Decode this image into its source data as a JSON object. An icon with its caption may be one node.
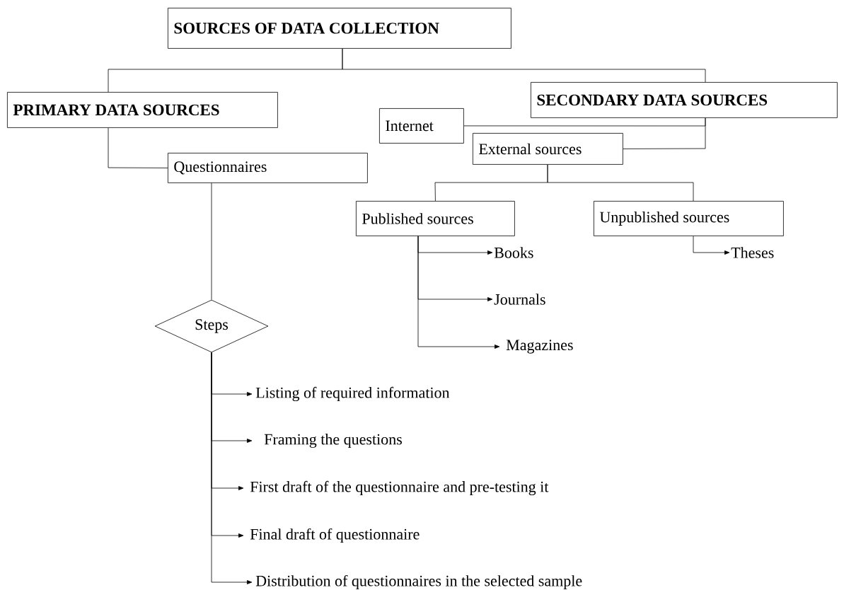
{
  "diagram": {
    "nodes": [
      {
        "text": [
          "**SOURCES OF DATA COLLECTION**"
        ]
      },
      {
        "text": [
          "**PRIMARY DATA SOURCES**"
        ]
      },
      {
        "text": [
          "**SECONDARY DATA SOURCES**"
        ]
      },
      {
        "text": [
          "Internet"
        ]
      },
      {
        "text": [
          "External sources"
        ]
      },
      {
        "text": [
          "Questionnaires"
        ]
      },
      {
        "text": [
          "Published sources"
        ]
      },
      {
        "text": [
          "Unpublished sources"
        ]
      },
      {
        "text": [
          "Books"
        ]
      },
      {
        "text": [
          "Journals"
        ]
      },
      {
        "text": [
          "Magazines"
        ]
      },
      {
        "text": [
          "Theses"
        ]
      },
      {
        "text": [
          "Steps"
        ]
      },
      {
        "text": [
          "Listing of required information"
        ]
      },
      {
        "text": [
          "Framing the questions"
        ]
      },
      {
        "text": [
          "First draft of the questionnaire and pre-testing it"
        ]
      },
      {
        "text": [
          "Final draft of questionnaire"
        ]
      },
      {
        "text": [
          "Distribution of questionnaires in the selected sample"
        ]
      }
    ],
    "edges": [
      {
        "from": 0,
        "to": 1,
        "arrow": "none"
      },
      {
        "from": 0,
        "to": 2,
        "arrow": "none"
      },
      {
        "from": 2,
        "to": 3,
        "arrow": "none"
      },
      {
        "from": 2,
        "to": 4,
        "arrow": "none"
      },
      {
        "from": 1,
        "to": 5,
        "arrow": "none"
      },
      {
        "from": 4,
        "to": 6,
        "arrow": "none"
      },
      {
        "from": 4,
        "to": 7,
        "arrow": "none"
      },
      {
        "from": 6,
        "to": 8,
        "arrow": "to"
      },
      {
        "from": 6,
        "to": 9,
        "arrow": "to"
      },
      {
        "from": 6,
        "to": 10,
        "arrow": "to"
      },
      {
        "from": 7,
        "to": 11,
        "arrow": "to"
      },
      {
        "from": 5,
        "to": 12,
        "arrow": "none"
      },
      {
        "from": 12,
        "to": 13,
        "arrow": "to"
      },
      {
        "from": 12,
        "to": 14,
        "arrow": "to"
      },
      {
        "from": 12,
        "to": 15,
        "arrow": "to"
      },
      {
        "from": 12,
        "to": 16,
        "arrow": "to"
      },
      {
        "from": 12,
        "to": 17,
        "arrow": "to"
      }
    ]
  }
}
